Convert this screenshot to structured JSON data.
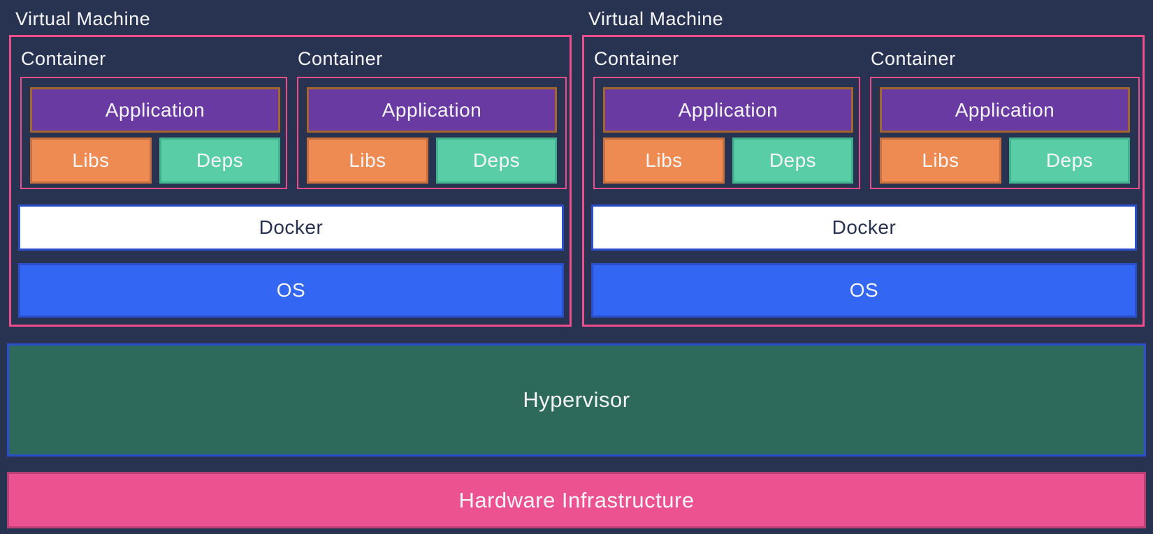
{
  "colors": {
    "background": "#273350",
    "pink-border": "#ee4d8b",
    "purple-fill": "#6a3aa3",
    "app-border": "#a5662e",
    "orange-fill": "#ee8b53",
    "orange-border": "#c8703d",
    "teal-fill": "#59cda6",
    "teal-border": "#41b18e",
    "white-fill": "#ffffff",
    "blue-fill": "#3366f2",
    "blue-border": "#2b4ecd",
    "green-fill": "#2e6a5b",
    "hardware-fill": "#ec5190",
    "hardware-border": "#b94073",
    "text-light": "#f5f5f7",
    "text-dark": "#263250"
  },
  "vms": [
    {
      "label": "Virtual Machine",
      "containers": [
        {
          "label": "Container",
          "application": "Application",
          "libs": "Libs",
          "deps": "Deps"
        },
        {
          "label": "Container",
          "application": "Application",
          "libs": "Libs",
          "deps": "Deps"
        }
      ],
      "docker_label": "Docker",
      "os_label": "OS"
    },
    {
      "label": "Virtual Machine",
      "containers": [
        {
          "label": "Container",
          "application": "Application",
          "libs": "Libs",
          "deps": "Deps"
        },
        {
          "label": "Container",
          "application": "Application",
          "libs": "Libs",
          "deps": "Deps"
        }
      ],
      "docker_label": "Docker",
      "os_label": "OS"
    }
  ],
  "layers": {
    "hypervisor_label": "Hypervisor",
    "hardware_label": "Hardware Infrastructure"
  }
}
